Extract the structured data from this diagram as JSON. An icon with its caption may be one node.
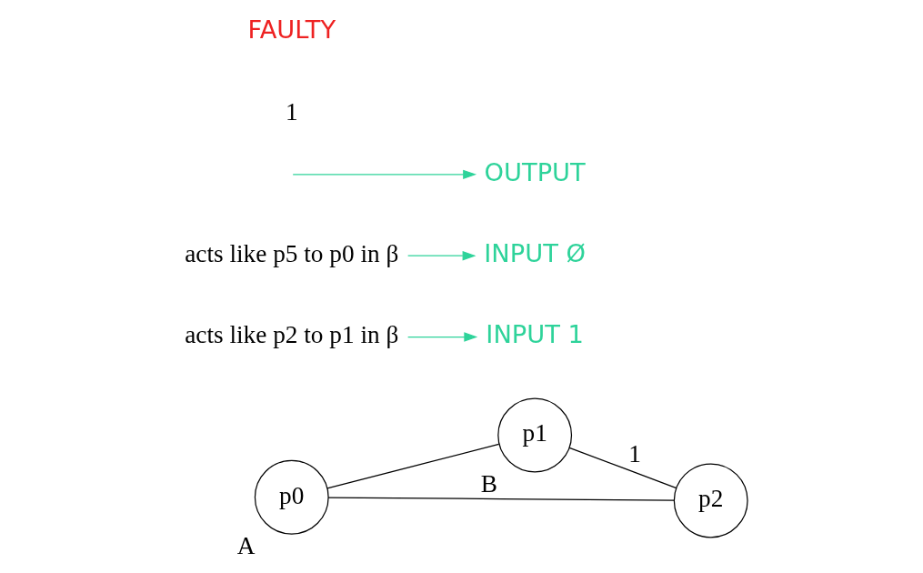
{
  "diagram": {
    "nodes": [
      {
        "text": [
          "p1"
        ],
        "beside": [
          "B"
        ]
      },
      {
        "text": [
          "p0"
        ],
        "beside": [
          "A"
        ]
      },
      {
        "text": [
          "p2"
        ]
      },
      {
        "text": [
          "acts like p2 to p1 in β"
        ]
      },
      {
        "text": [
          "INPUT 1"
        ]
      },
      {
        "text": [
          "acts like p5 to p0 in β"
        ]
      },
      {
        "text": [
          "INPUT Ø"
        ]
      },
      {
        "text": [
          "OUTPUT"
        ]
      }
    ],
    "edges": [
      {
        "from": 1,
        "to": 0,
        "arrow": "none"
      },
      {
        "from": 0,
        "to": 2,
        "label": "1",
        "arrow": "none"
      },
      {
        "from": 1,
        "to": 2,
        "arrow": "none"
      },
      {
        "from": 3,
        "to": 4,
        "arrow": "to",
        "color": "#2ed39a"
      },
      {
        "from": 5,
        "to": 6,
        "arrow": "to",
        "color": "#2ed39a"
      },
      {
        "from": null,
        "to": 7,
        "arrow": "to",
        "color": "#2ed39a"
      }
    ],
    "labels": [
      "1",
      "FAULTY"
    ]
  }
}
